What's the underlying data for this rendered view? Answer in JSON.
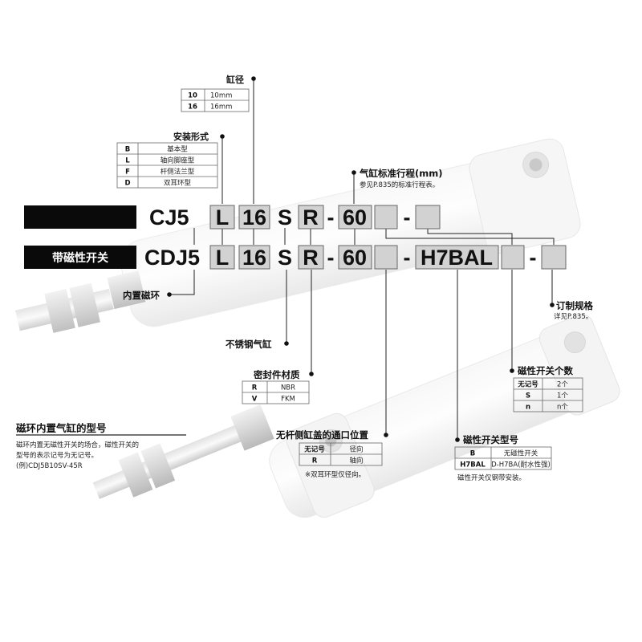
{
  "bore": {
    "title": "缸径",
    "options": [
      {
        "code": "10",
        "desc": "10mm"
      },
      {
        "code": "16",
        "desc": "16mm"
      }
    ]
  },
  "mounting": {
    "title": "安装形式",
    "options": [
      {
        "code": "B",
        "desc": "基本型"
      },
      {
        "code": "L",
        "desc": "轴向脚座型"
      },
      {
        "code": "F",
        "desc": "杆侧法兰型"
      },
      {
        "code": "D",
        "desc": "双耳环型"
      }
    ]
  },
  "stroke": {
    "title": "气缸标准行程(mm)",
    "note": "参见P.835的标准行程表。"
  },
  "row1": {
    "prefix": "CJ5",
    "mount": "L",
    "bore": "16",
    "s": "S",
    "seal": "R",
    "dash1": "-",
    "stroke": "60",
    "dash2": "-"
  },
  "row2": {
    "label": "带磁性开关",
    "prefix": "CDJ5",
    "mount": "L",
    "bore": "16",
    "s": "S",
    "seal": "R",
    "dash1": "-",
    "stroke": "60",
    "dash2": "-",
    "switch": "H7BAL",
    "dash3": "-"
  },
  "built_in_magnet": "内置磁环",
  "stainless": "不锈钢气缸",
  "custom_spec": {
    "title": "订制规格",
    "note": "详见P.835。"
  },
  "seal_material": {
    "title": "密封件材质",
    "options": [
      {
        "code": "R",
        "desc": "NBR"
      },
      {
        "code": "V",
        "desc": "FKM"
      }
    ]
  },
  "switch_count": {
    "title": "磁性开关个数",
    "options": [
      {
        "code": "无记号",
        "desc": "2个"
      },
      {
        "code": "S",
        "desc": "1个"
      },
      {
        "code": "n",
        "desc": "n个"
      }
    ]
  },
  "port_position": {
    "title": "无杆侧缸盖的通口位置",
    "options": [
      {
        "code": "无记号",
        "desc": "径向"
      },
      {
        "code": "R",
        "desc": "轴向"
      }
    ],
    "note": "※双耳环型仅径向。"
  },
  "switch_model": {
    "title": "磁性开关型号",
    "options": [
      {
        "code": "B",
        "desc": "无磁性开关"
      },
      {
        "code": "H7BAL",
        "desc": "D-H7BA(耐水性强)"
      }
    ],
    "note": "磁性开关仅钢带安装。"
  },
  "magnet_model": {
    "title": "磁环内置气缸的型号",
    "lines": [
      "磁环内置无磁性开关的场合，磁性开关的",
      "型号的表示记号为无记号。",
      "(例)CDJ5B10SV-45R"
    ]
  }
}
